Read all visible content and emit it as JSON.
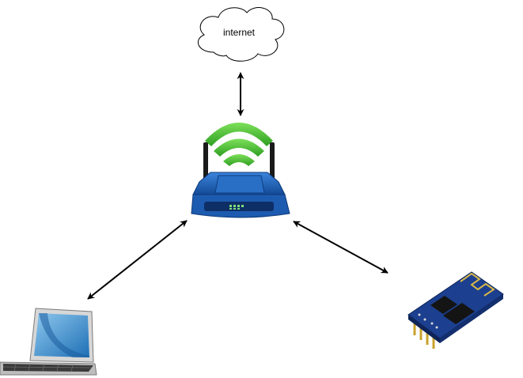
{
  "nodes": {
    "cloud": {
      "label": "internet",
      "icon": "cloud-icon"
    },
    "router": {
      "icon": "wifi-router-icon"
    },
    "laptop": {
      "icon": "laptop-icon"
    },
    "module": {
      "icon": "esp8266-wifi-module-icon"
    }
  },
  "connections": [
    {
      "from": "cloud",
      "to": "router",
      "direction": "bidirectional"
    },
    {
      "from": "router",
      "to": "laptop",
      "direction": "bidirectional"
    },
    {
      "from": "router",
      "to": "module",
      "direction": "bidirectional"
    }
  ],
  "colors": {
    "router_blue": "#1e63b8",
    "wifi_green": "#3fbf2f",
    "module_blue": "#1c3f8f",
    "laptop_screen": "#2f86c8"
  }
}
